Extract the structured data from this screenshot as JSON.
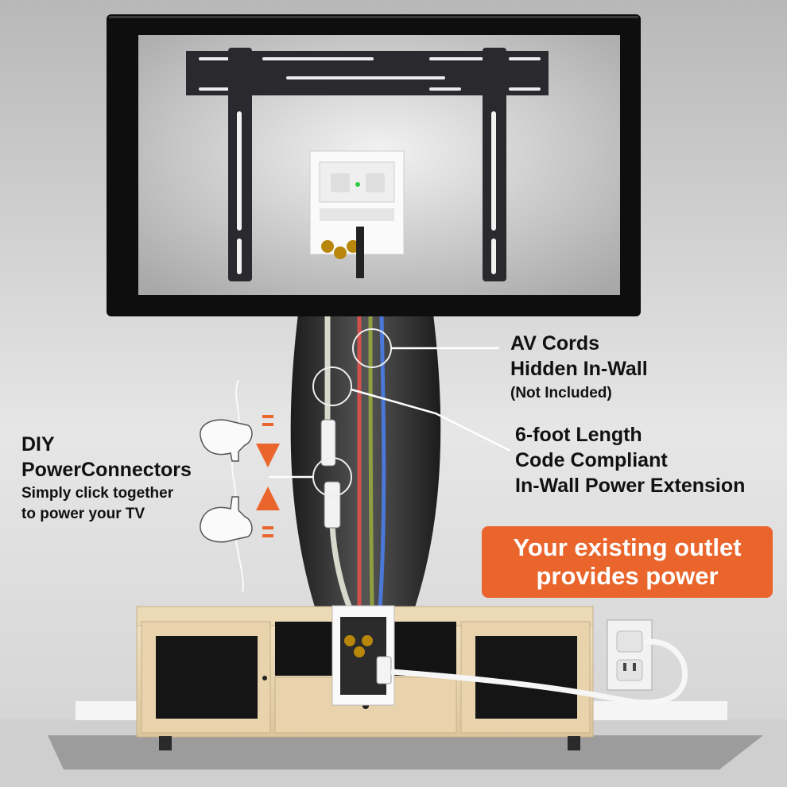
{
  "labels": {
    "av_cords": {
      "line1": "AV Cords",
      "line2": "Hidden In-Wall",
      "note": "(Not Included)"
    },
    "extension": {
      "line1": "6-foot Length",
      "line2": "Code Compliant",
      "line3": "In-Wall Power Extension"
    },
    "connectors": {
      "line1": "DIY",
      "line2": "PowerConnectors",
      "line3": "Simply click together",
      "line4": "to power your TV"
    },
    "outlet_callout": {
      "line1": "Your existing outlet",
      "line2": "provides power"
    }
  },
  "colors": {
    "accent_orange": "#e9652c",
    "cord_red": "#d4504c",
    "cord_green": "#8fa040",
    "cord_blue": "#4a78d8",
    "power_cord": "#d9d8cc",
    "cabinet_wood": "#e8d6b3"
  }
}
